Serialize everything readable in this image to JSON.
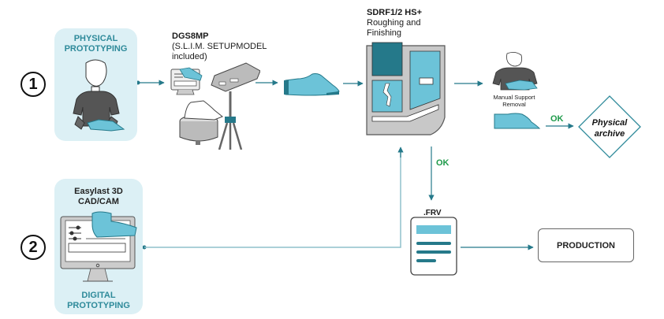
{
  "steps": {
    "one": "1",
    "two": "2"
  },
  "physical_panel": {
    "title_line1": "PHYSICAL",
    "title_line2": "PROTOTYPING",
    "illustration": "person-holding-shoe-last"
  },
  "scanner": {
    "title": "DGS8MP",
    "subtitle_line1": "(S.L.I.M. SETUPMODEL",
    "subtitle_line2": "included)",
    "illustration": "3d-scanner-on-tripod"
  },
  "scanned_last": {
    "illustration": "shoe-last"
  },
  "milling": {
    "title": "SDRF1/2 HS+",
    "subtitle_line1": "Roughing and",
    "subtitle_line2": "Finishing",
    "illustration": "milling-machine"
  },
  "support_removal": {
    "label_line1": "Manual Support",
    "label_line2": "Removal",
    "illustration": "person-removing-support"
  },
  "archive": {
    "ok_label": "OK",
    "title_line1": "Physical",
    "title_line2": "archive"
  },
  "digital_panel": {
    "title_line1": "Easylast 3D",
    "title_line2": "CAD/CAM",
    "footer_line1": "DIGITAL",
    "footer_line2": "PROTOTYPING",
    "illustration": "monitor-with-cad-software"
  },
  "file": {
    "ok_label": "OK",
    "name": ".FRV",
    "icon": "document-icon"
  },
  "production": {
    "label": "PRODUCTION"
  },
  "colors": {
    "teal_dark": "#25798a",
    "teal_light": "#6cc3d8",
    "panel_bg": "#dcf0f5",
    "ok_green": "#1e9a4a",
    "accent_text": "#2e8a9a"
  }
}
